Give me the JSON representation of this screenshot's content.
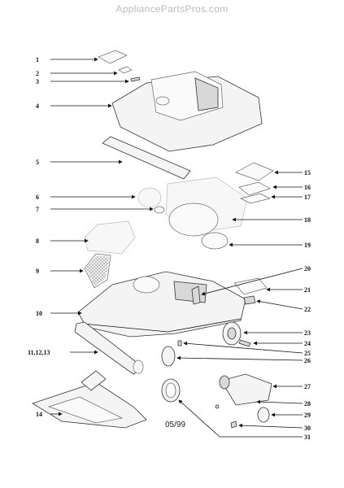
{
  "watermark": "AppliancePartsPros.com",
  "date_code": "05/99",
  "callouts": [
    "1",
    "2",
    "3",
    "4",
    "5",
    "6",
    "7",
    "8",
    "9",
    "10",
    "11,12,13",
    "14",
    "15",
    "16",
    "17",
    "18",
    "19",
    "20",
    "21",
    "22",
    "23",
    "24",
    "25",
    "26",
    "27",
    "28",
    "29",
    "30",
    "31"
  ]
}
